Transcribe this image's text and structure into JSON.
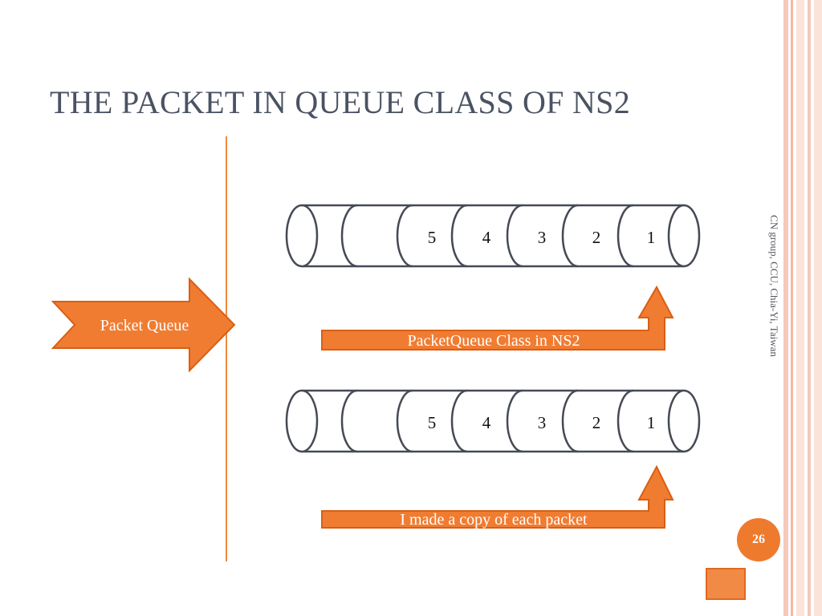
{
  "slide": {
    "title": "THE PACKET IN QUEUE CLASS OF NS2",
    "side_text": "CN group, CCU, Chia-Yi, Taiwan",
    "page_number": "26"
  },
  "colors": {
    "accent_orange": "#f07c32",
    "stripe_pink": "#f6c9bb",
    "title_gray": "#4a5363"
  },
  "diagram": {
    "left_arrow_label": "Packet Queue",
    "queue_top": {
      "labels": [
        "5",
        "4",
        "3",
        "2",
        "1"
      ]
    },
    "queue_bottom": {
      "labels": [
        "5",
        "4",
        "3",
        "2",
        "1"
      ]
    },
    "arrow_top_label": "PacketQueue Class in NS2",
    "arrow_bottom_label": "I made a copy of each packet"
  }
}
